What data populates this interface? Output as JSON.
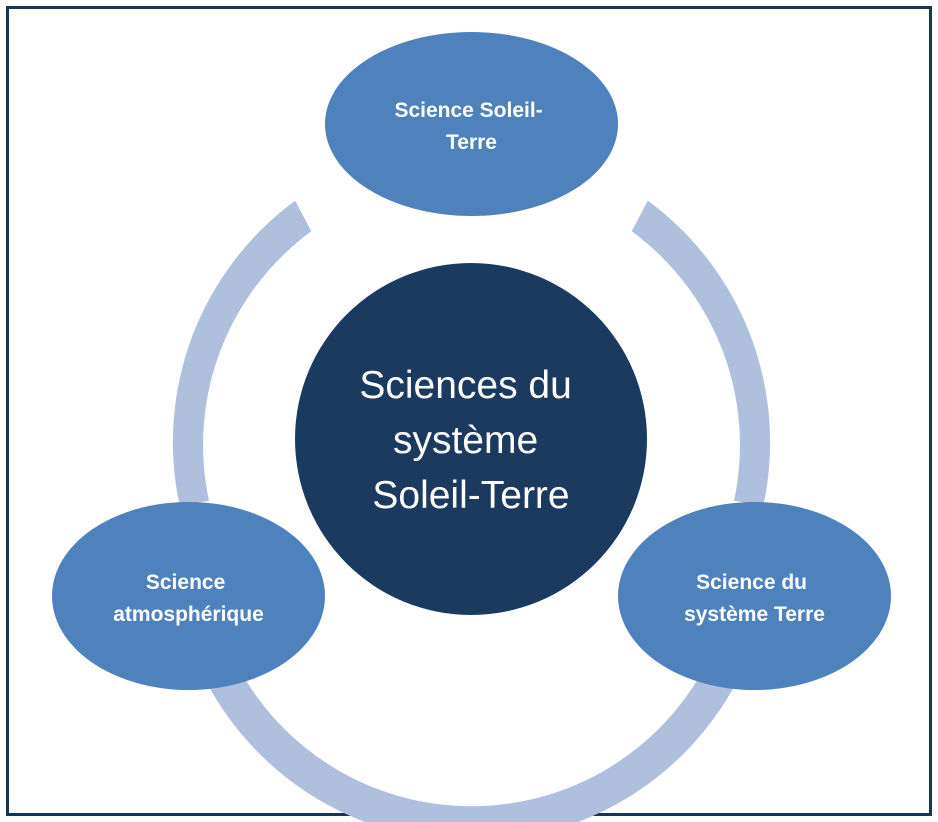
{
  "diagram": {
    "type": "cycle-diagram",
    "title": "Sciences du système Soleil-Terre",
    "center": {
      "name": "center-node",
      "shape": "circle",
      "lines": [
        "Sciences du",
        "système",
        "Soleil-Terre"
      ],
      "fill": "#1B3A5F",
      "text_color": "#FFFFFF"
    },
    "nodes": [
      {
        "id": "science-soleil-terre",
        "position": "top",
        "shape": "ellipse",
        "lines": [
          "Science Soleil-",
          "Terre"
        ],
        "fill": "#4F81BD",
        "text_color": "#FFFFFF"
      },
      {
        "id": "science-atmospherique",
        "position": "bottom-left",
        "shape": "ellipse",
        "lines": [
          "Science",
          "atmosphérique"
        ],
        "fill": "#4F81BD",
        "text_color": "#FFFFFF"
      },
      {
        "id": "science-systeme-terre",
        "position": "bottom-right",
        "shape": "ellipse",
        "lines": [
          "Science du",
          "système Terre"
        ],
        "fill": "#4F81BD",
        "text_color": "#FFFFFF"
      }
    ],
    "arcs": [
      {
        "id": "arc-top-right",
        "from": "science-soleil-terre",
        "to": "science-systeme-terre",
        "color": "#AFC0DE"
      },
      {
        "id": "arc-bottom",
        "from": "science-systeme-terre",
        "to": "science-atmospherique",
        "color": "#AFC0DE"
      },
      {
        "id": "arc-top-left",
        "from": "science-atmospherique",
        "to": "science-soleil-terre",
        "color": "#AFC0DE"
      }
    ],
    "frame": {
      "border_color": "#173659",
      "background": "#FFFFFF"
    }
  }
}
